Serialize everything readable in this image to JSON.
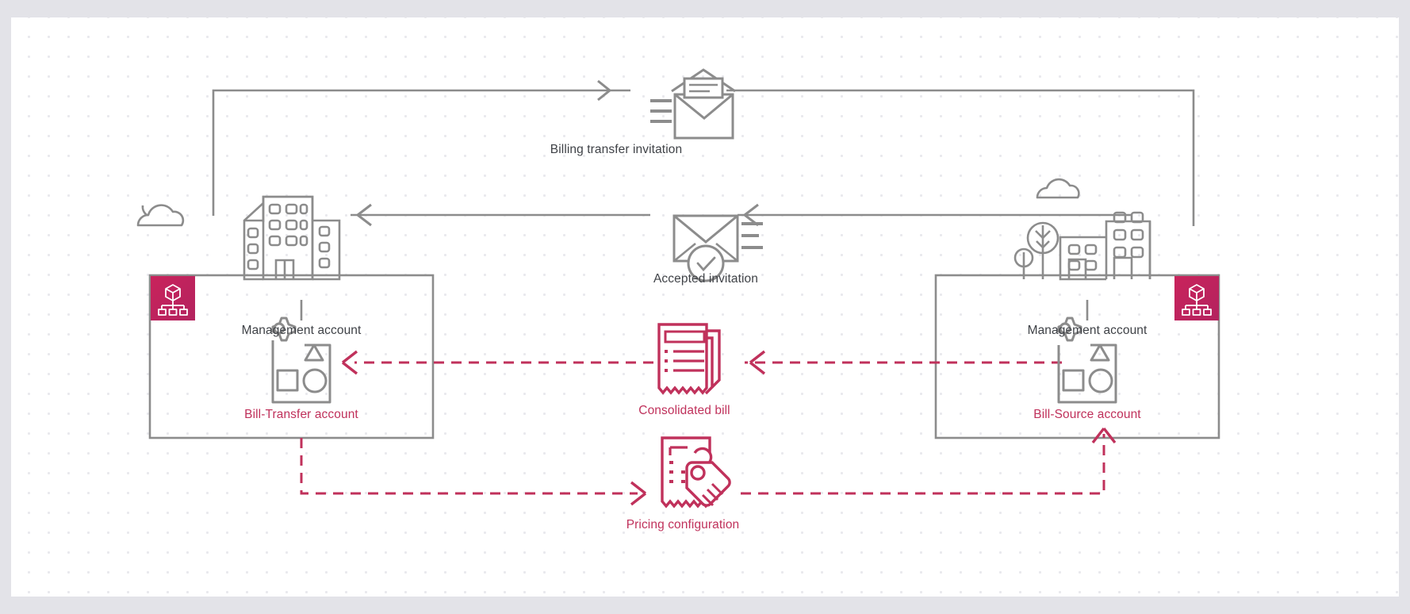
{
  "diagram": {
    "title": "AWS Billing Conductor billing transfer architecture",
    "colors": {
      "page_background": "#e3e3e8",
      "canvas_background": "#ffffff",
      "dot_grid": "#e9e9ed",
      "gray_line": "#8c8c8c",
      "gray_text": "#3f4247",
      "magenta": "#c0315b",
      "magenta_badge_start": "#c9235c",
      "magenta_badge_end": "#b5225d",
      "group_border": "#8c8c8c"
    },
    "groups": [
      {
        "id": "left-organization",
        "badge_icon": "aws-organizations-icon",
        "building_label": "Management account",
        "account_label": "Bill-Transfer account",
        "account_icon": "aws-account-icon",
        "badge_side": "left"
      },
      {
        "id": "right-organization",
        "badge_icon": "aws-organizations-icon",
        "building_label": "Management account",
        "account_label": "Bill-Source account",
        "account_icon": "aws-account-icon",
        "badge_side": "right"
      }
    ],
    "nodes": [
      {
        "id": "billing-transfer-invitation",
        "label": "Billing transfer invitation",
        "icon": "open-envelope-outgoing-icon",
        "color": "gray"
      },
      {
        "id": "accepted-invitation",
        "label": "Accepted invitation",
        "icon": "envelope-check-icon",
        "color": "gray"
      },
      {
        "id": "consolidated-bill",
        "label": "Consolidated bill",
        "icon": "invoice-stack-icon",
        "color": "magenta"
      },
      {
        "id": "pricing-configuration",
        "label": "Pricing configuration",
        "icon": "invoice-price-tag-icon",
        "color": "magenta"
      }
    ],
    "decorations": [
      {
        "id": "cloud-left",
        "icon": "cloud-icon"
      },
      {
        "id": "cloud-right",
        "icon": "cloud-icon"
      },
      {
        "id": "building-left",
        "icon": "office-buildings-icon"
      },
      {
        "id": "building-right",
        "icon": "office-buildings-trees-icon"
      }
    ],
    "flows": [
      {
        "id": "flow-invitation-out",
        "from": "right-organization",
        "to": "billing-transfer-invitation",
        "style": "solid",
        "color": "gray"
      },
      {
        "id": "flow-invitation-in",
        "from": "billing-transfer-invitation",
        "to": "left-organization",
        "style": "solid",
        "color": "gray"
      },
      {
        "id": "flow-accepted-out",
        "from": "right-organization",
        "to": "accepted-invitation",
        "style": "solid",
        "color": "gray"
      },
      {
        "id": "flow-accepted-in",
        "from": "accepted-invitation",
        "to": "left-organization",
        "style": "solid",
        "color": "gray"
      },
      {
        "id": "flow-bill-source-to-bill",
        "from": "bill-source-account",
        "to": "consolidated-bill",
        "style": "dashed",
        "color": "magenta"
      },
      {
        "id": "flow-bill-to-transfer",
        "from": "consolidated-bill",
        "to": "bill-transfer-account",
        "style": "dashed",
        "color": "magenta"
      },
      {
        "id": "flow-transfer-to-pricing",
        "from": "bill-transfer-account",
        "to": "pricing-configuration",
        "style": "dashed",
        "color": "magenta"
      },
      {
        "id": "flow-pricing-to-source",
        "from": "pricing-configuration",
        "to": "bill-source-account",
        "style": "dashed",
        "color": "magenta"
      }
    ]
  }
}
